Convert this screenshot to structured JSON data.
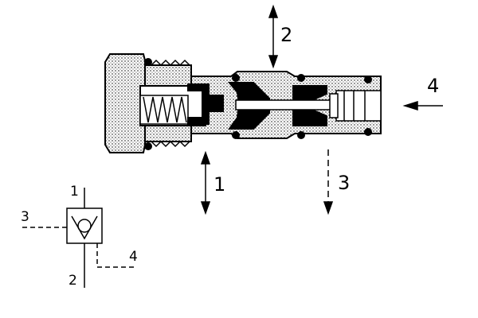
{
  "diagram": {
    "section_labels": {
      "port_2": "2",
      "port_4": "4",
      "port_1": "1",
      "port_3": "3"
    },
    "symbol_labels": {
      "port_1": "1",
      "port_2": "2",
      "port_3": "3",
      "port_4": "4"
    },
    "colors": {
      "ink": "#000000",
      "background": "#ffffff",
      "stipple": "#000000"
    }
  }
}
